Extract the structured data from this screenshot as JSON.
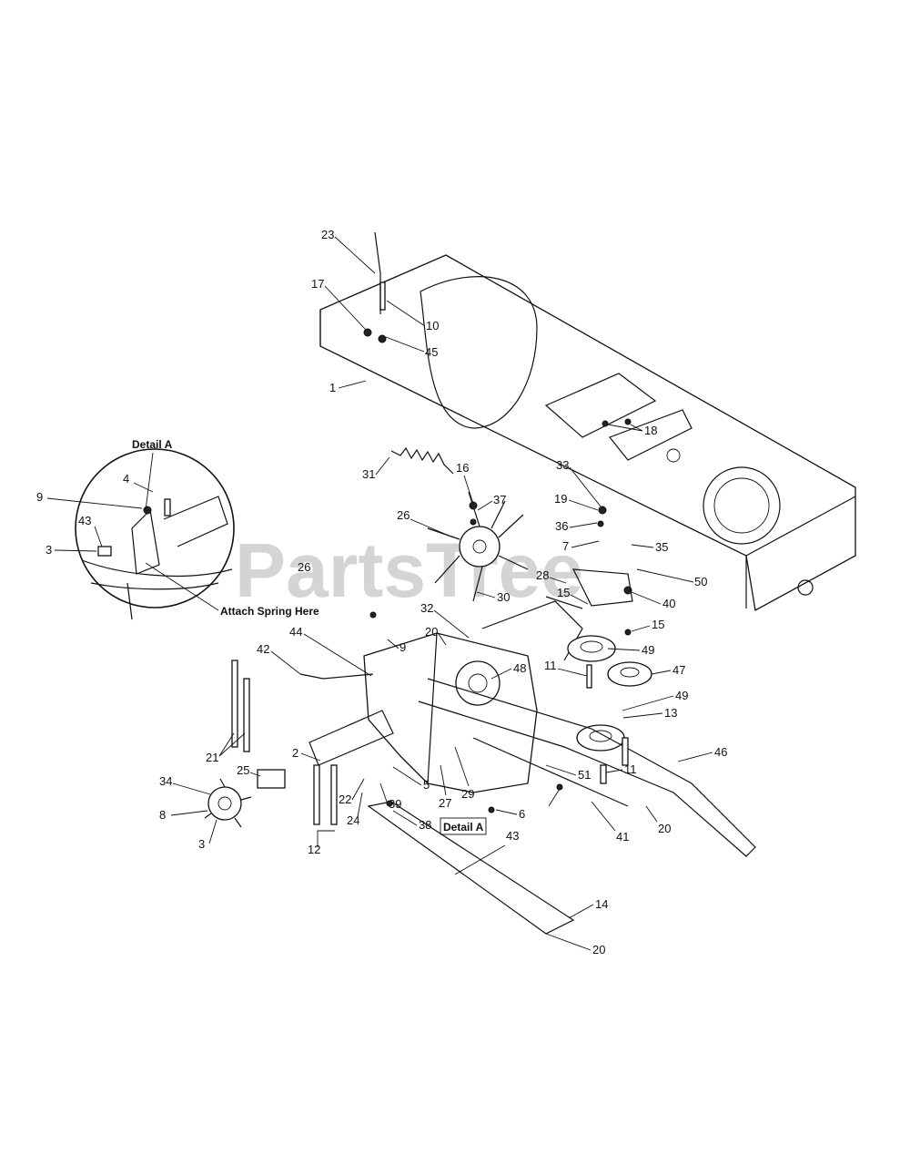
{
  "watermark": {
    "text": "PartsTree"
  },
  "detail": {
    "title": "Detail A",
    "note": "Attach Spring Here",
    "box_label": "Detail A",
    "labels": [
      "4",
      "9",
      "43",
      "3"
    ]
  },
  "labels": [
    "23",
    "17",
    "10",
    "45",
    "1",
    "18",
    "33",
    "19",
    "36",
    "7",
    "35",
    "31",
    "16",
    "37",
    "26",
    "30",
    "50",
    "40",
    "28",
    "15",
    "15",
    "32",
    "20",
    "9",
    "44",
    "42",
    "49",
    "47",
    "48",
    "11",
    "49",
    "13",
    "2",
    "46",
    "21",
    "25",
    "11",
    "51",
    "22",
    "5",
    "39",
    "27",
    "29",
    "6",
    "34",
    "8",
    "3",
    "24",
    "38",
    "12",
    "43",
    "41",
    "20",
    "14",
    "20",
    "26"
  ]
}
